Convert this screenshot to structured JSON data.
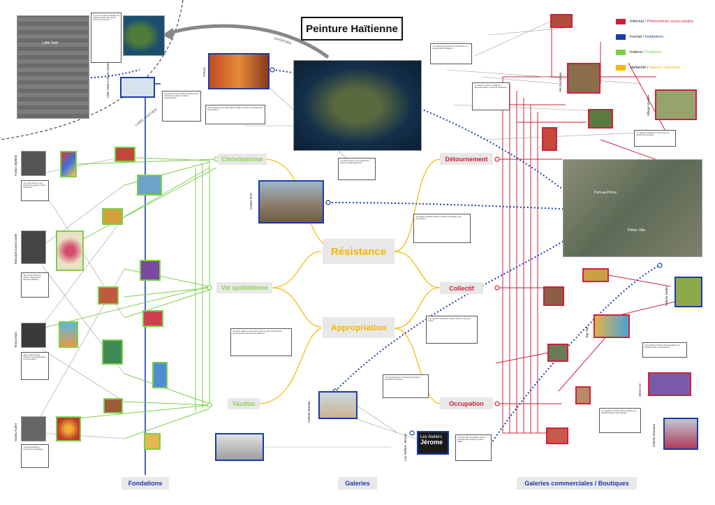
{
  "title": "Peinture Haïtienne",
  "legend": [
    {
      "label": "Informel",
      "sub": "Phénomènes socio-urbains",
      "color": "#d0203a"
    },
    {
      "label": "Formel",
      "sub": "Institutions",
      "color": "#1a3aa8"
    },
    {
      "label": "Indiens",
      "sub": "Pratiques",
      "color": "#7ccf4a"
    },
    {
      "label": "Haïtianité",
      "sub": "Valeurs culturelles",
      "color": "#f5b800"
    }
  ],
  "themes": {
    "christianisme": "Christianisme",
    "vie_quotidienne": "Vie quotidienne",
    "vaudou": "Vaudou",
    "resistance": "Résistance",
    "appropriation": "Appropriation",
    "detournement": "Détournement",
    "collectif": "Collectif",
    "occupation": "Occupation"
  },
  "columns": {
    "fondations": "Fondations",
    "galeries": "Galeries",
    "commerciales": "Galeries commerciales / Boutiques"
  },
  "map_labels": {
    "diaspora": "DIASPORA",
    "label_haitien": "LABEL \"HAITIEN\"",
    "little_haiti": "Little Haiti",
    "port_au_prince": "Port-au-Prince",
    "petion_ville": "Pétion-Ville"
  },
  "places": {
    "little_haiti_center": "Little Haiti Cultural Center",
    "fokal": "FOKAL",
    "centre_art": "Centre d'Art",
    "galerie_monnin": "Galerie Monnin",
    "ateliers_jerome": "Les Ateliers Jérome",
    "atis_rezistans": "Atis Rezistans",
    "village_noailles": "Village Noailles",
    "galerie_nader": "Galerie Nader",
    "street_art": "Street Art",
    "galerie_marassa": "Galerie Marassa",
    "tap_tap": "Tap-Tap"
  },
  "artists": {
    "a1": "Frantz Zéphirin",
    "a2": "Édouard Duval-Carrié",
    "a3": "Tessa Mars",
    "a4": "Sasha Huber"
  },
  "jerome_logo": {
    "line1": "Les Ateliers",
    "line2": "Jérome"
  },
  "notes": {
    "n_little_haiti": "\"Il y a de nombreux ouvrages qui parlent de Little Haiti comme d'un lieu de mémoire...\"",
    "n_fokal": "\"La présence de la FOKAL témoigne d'une volonté de soutenir les artistes contemporains...\"",
    "n_soutien": "\"Nous soutenons les organisations, ateliers, artistes et collectifs dans la production...\"",
    "n_diaspora": "\"Les artistes de la diaspora construisent une image d'Haïti à l'étranger...\"",
    "n_peintre": "\"Ce projet révèle ce que signifie être peintre en Haïti aujourd'hui.\"",
    "n_duval": "\"Mon travail évoque le vaudou, l'histoire et la mémoire collective.\"",
    "n_tessa": "\"Mon travail interroge l'histoire et la représentation du corps haïtien.\"",
    "n_huber": "\"Le travail explore la mémoire et la résistance.\"",
    "n_centre_art": "\"Fondé en 1944, le Centre d'Art a joué un rôle central dans la reconnaissance de la peinture haïtienne...\"",
    "n_atis": "\"La création à partir de matériaux récupérés devient un acte de résistance.\"",
    "n_noailles": "\"Le village de Noailles est connu pour son travail du fer découpé.\"",
    "n_collectif": "\"Les ateliers collectifs offrent un espace de partage et de transmission.\"",
    "n_occupation": "\"Les peintres investissent l'espace public le long des routes.\"",
    "n_monnin": "\"La Galerie Monnin a accompagné plusieurs générations d'artistes.\"",
    "n_jerome": "\"À Pétion-Ville, les Ateliers Jérome proposent des œuvres au grand public.\"",
    "n_marassa": "\"Les galeries de Pétion-Ville accueillent une clientèle locale et internationale.\""
  }
}
